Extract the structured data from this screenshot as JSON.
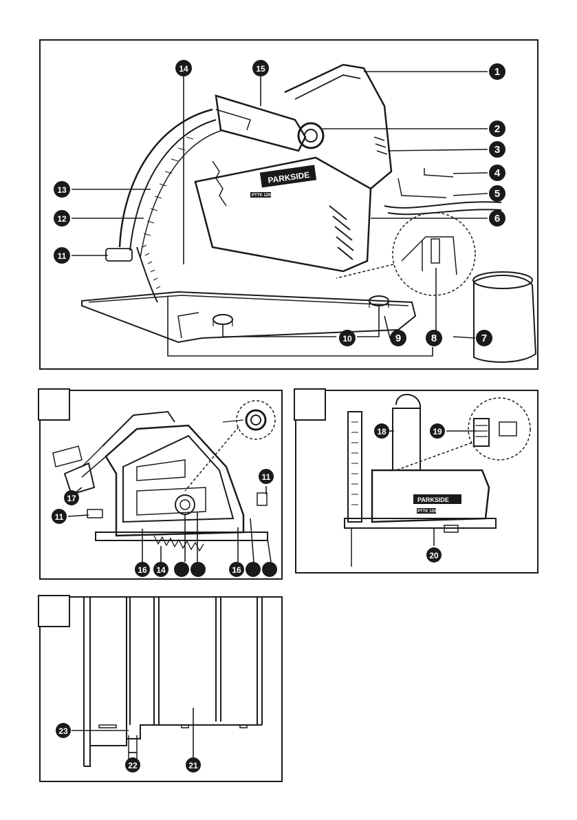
{
  "brand": "PARKSIDE",
  "model": "PTTK 1200",
  "colors": {
    "ink": "#1a1a1a",
    "paper": "#ffffff"
  },
  "figure_A": {
    "callouts": [
      "1",
      "2",
      "3",
      "4",
      "5",
      "6",
      "7",
      "8",
      "9",
      "10",
      "11",
      "12",
      "13",
      "14",
      "15"
    ]
  },
  "figure_B": {
    "callouts": [
      "11",
      "11",
      "17",
      "16",
      "14",
      "16"
    ]
  },
  "figure_C": {
    "callouts": [
      "18",
      "19",
      "20"
    ]
  },
  "figure_D": {
    "callouts": [
      "23",
      "22",
      "21"
    ]
  }
}
